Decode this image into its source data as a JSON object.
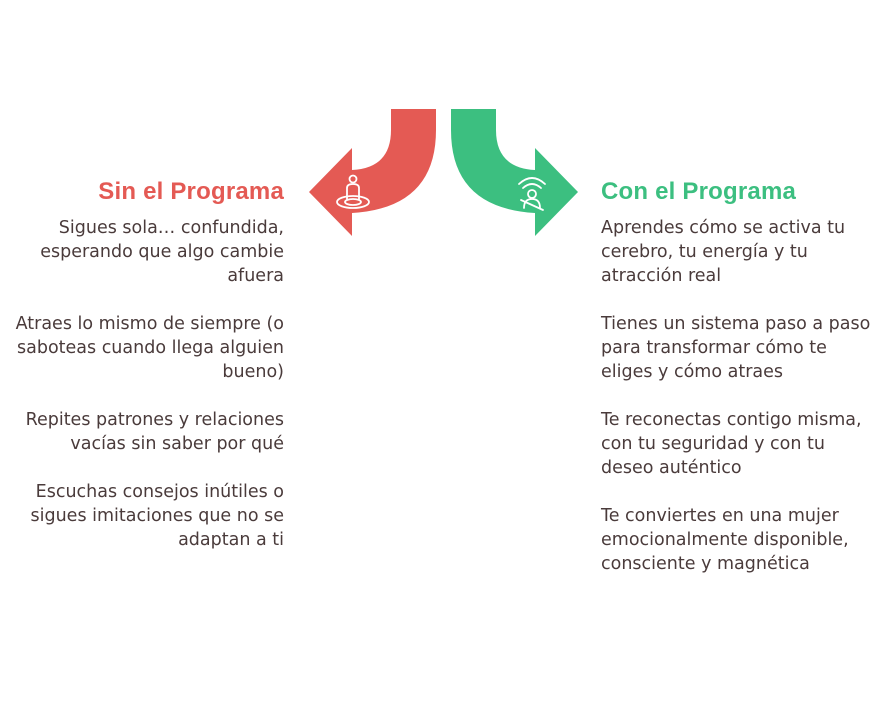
{
  "left": {
    "title": "Sin el Programa",
    "color": "#e45a54",
    "icon": "person-target-icon",
    "items": [
      "Sigues sola… confundida, esperando que algo cambie afuera",
      "Atraes lo mismo de siempre (o saboteas cuando llega alguien bueno)",
      "Repites patrones y relaciones vacías sin saber por qué",
      "Escuchas consejos inútiles o sigues imitaciones que no se adaptan a ti"
    ]
  },
  "right": {
    "title": "Con el Programa",
    "color": "#3cbf80",
    "icon": "person-signal-icon",
    "items": [
      "Aprendes cómo se activa tu cerebro, tu energía y tu atracción real",
      "Tienes un sistema paso a paso para transformar cómo te eliges y cómo atraes",
      "Te reconectas contigo misma, con tu seguridad y con tu deseo auténtico",
      "Te conviertes en una mujer emocionalmente disponible, consciente y magnética"
    ]
  }
}
